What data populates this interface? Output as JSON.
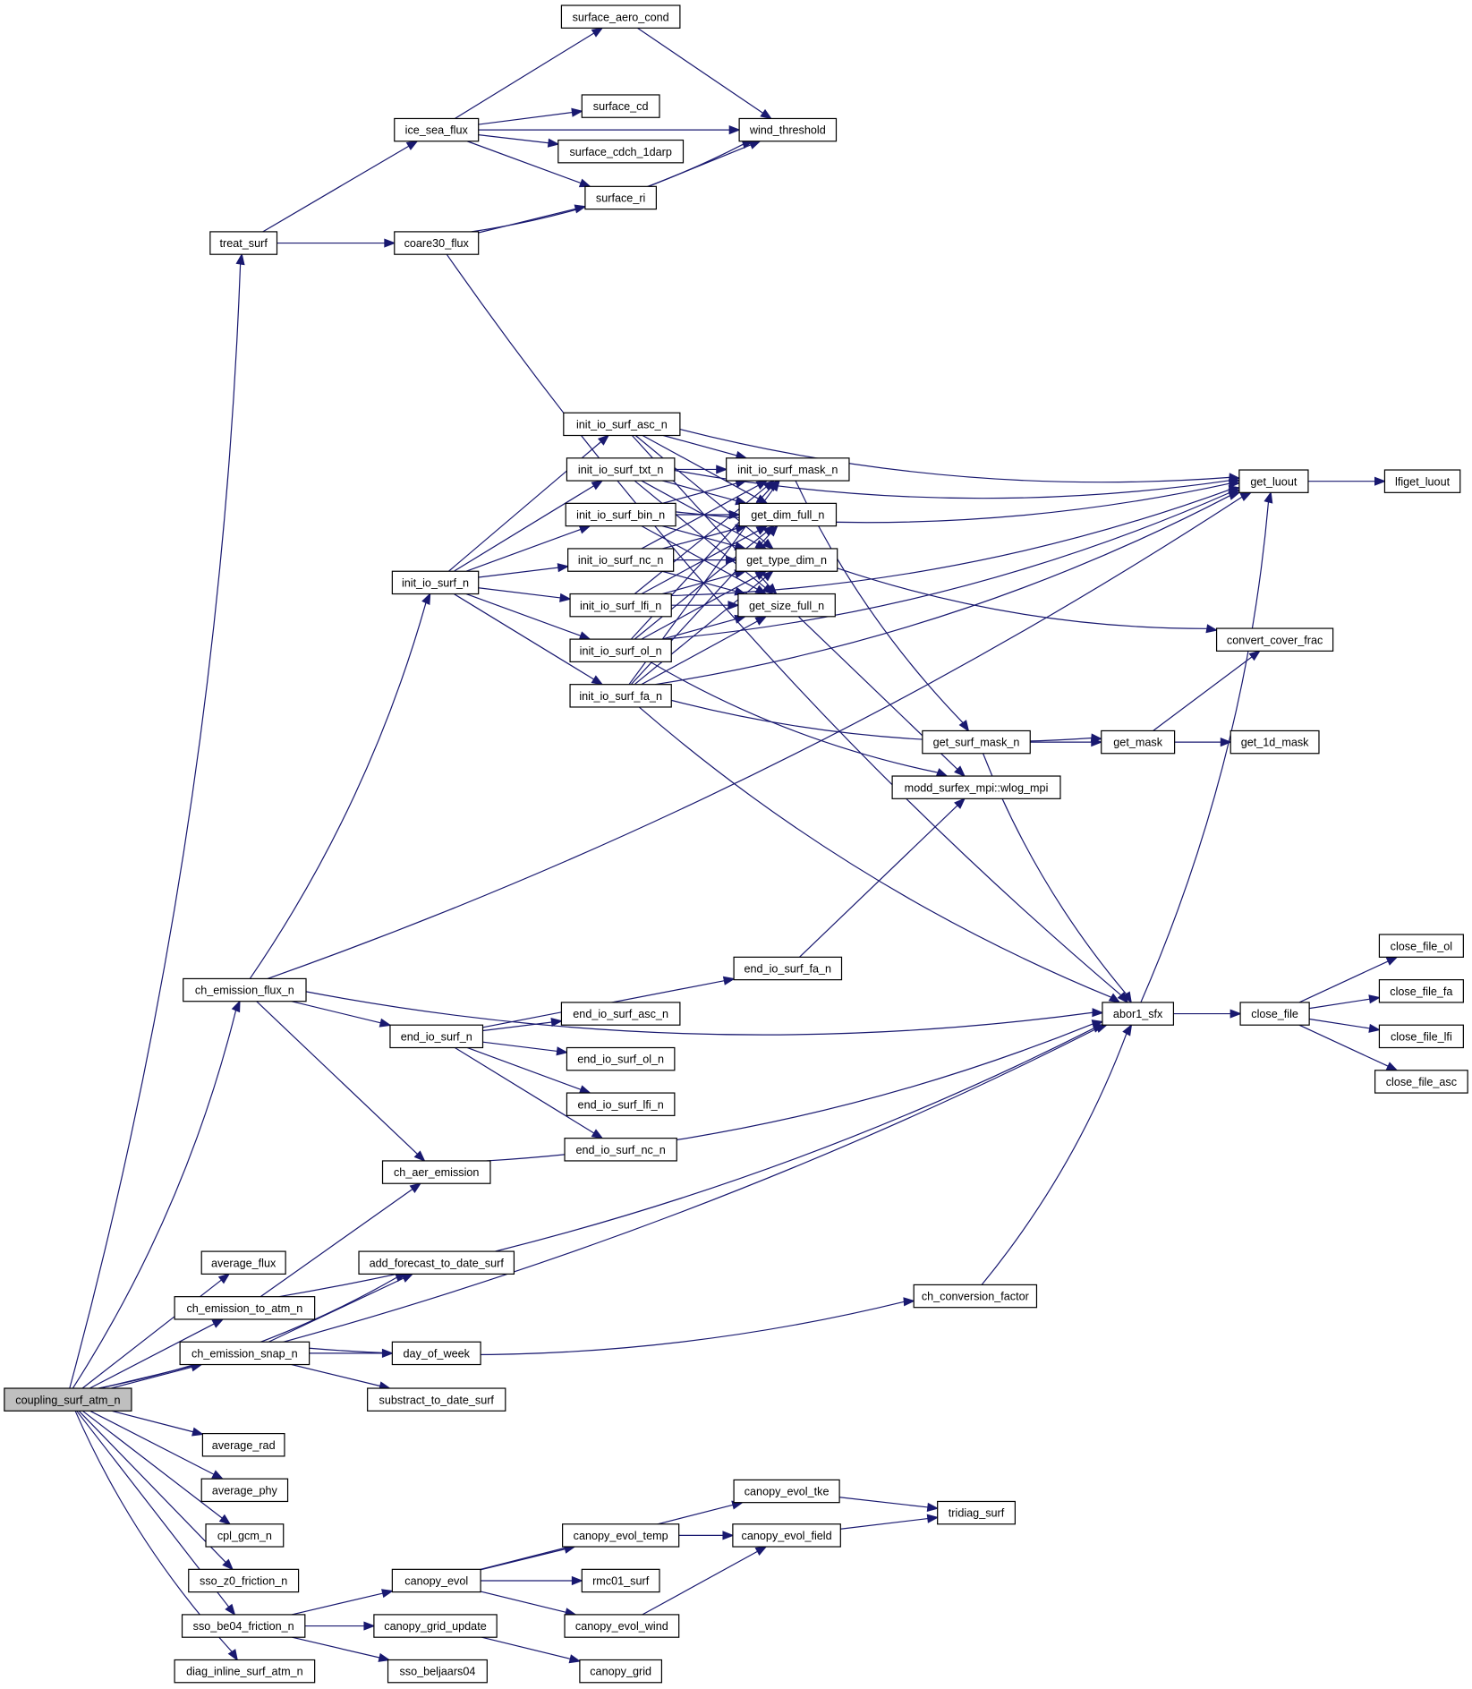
{
  "graph": {
    "title": "Call graph of coupling_surf_atm_n",
    "root": "coupling_surf_atm_n",
    "colors": {
      "edge": "#191970",
      "node_border": "#000000",
      "node_fill": "#ffffff",
      "root_fill": "#bfbfbf"
    },
    "nodes": [
      {
        "id": "surface_aero_cond",
        "label": "surface_aero_cond"
      },
      {
        "id": "ice_sea_flux",
        "label": "ice_sea_flux"
      },
      {
        "id": "surface_cd",
        "label": "surface_cd"
      },
      {
        "id": "surface_cdch_1darp",
        "label": "surface_cdch_1darp"
      },
      {
        "id": "wind_threshold",
        "label": "wind_threshold"
      },
      {
        "id": "surface_ri",
        "label": "surface_ri"
      },
      {
        "id": "treat_surf",
        "label": "treat_surf"
      },
      {
        "id": "coare30_flux",
        "label": "coare30_flux"
      },
      {
        "id": "init_io_surf_asc_n",
        "label": "init_io_surf_asc_n"
      },
      {
        "id": "init_io_surf_txt_n",
        "label": "init_io_surf_txt_n"
      },
      {
        "id": "init_io_surf_mask_n",
        "label": "init_io_surf_mask_n"
      },
      {
        "id": "get_luout",
        "label": "get_luout"
      },
      {
        "id": "lfiget_luout",
        "label": "lfiget_luout"
      },
      {
        "id": "init_io_surf_bin_n",
        "label": "init_io_surf_bin_n"
      },
      {
        "id": "get_dim_full_n",
        "label": "get_dim_full_n"
      },
      {
        "id": "init_io_surf_nc_n",
        "label": "init_io_surf_nc_n"
      },
      {
        "id": "get_type_dim_n",
        "label": "get_type_dim_n"
      },
      {
        "id": "init_io_surf_n",
        "label": "init_io_surf_n"
      },
      {
        "id": "init_io_surf_lfi_n",
        "label": "init_io_surf_lfi_n"
      },
      {
        "id": "get_size_full_n",
        "label": "get_size_full_n"
      },
      {
        "id": "convert_cover_frac",
        "label": "convert_cover_frac"
      },
      {
        "id": "init_io_surf_ol_n",
        "label": "init_io_surf_ol_n"
      },
      {
        "id": "init_io_surf_fa_n",
        "label": "init_io_surf_fa_n"
      },
      {
        "id": "get_surf_mask_n",
        "label": "get_surf_mask_n"
      },
      {
        "id": "get_mask",
        "label": "get_mask"
      },
      {
        "id": "get_1d_mask",
        "label": "get_1d_mask"
      },
      {
        "id": "wlog_mpi",
        "label": "modd_surfex_mpi::wlog_mpi"
      },
      {
        "id": "end_io_surf_fa_n",
        "label": "end_io_surf_fa_n"
      },
      {
        "id": "ch_emission_flux_n",
        "label": "ch_emission_flux_n"
      },
      {
        "id": "abor1_sfx",
        "label": "abor1_sfx"
      },
      {
        "id": "close_file",
        "label": "close_file"
      },
      {
        "id": "close_file_ol",
        "label": "close_file_ol"
      },
      {
        "id": "close_file_fa",
        "label": "close_file_fa"
      },
      {
        "id": "close_file_lfi",
        "label": "close_file_lfi"
      },
      {
        "id": "close_file_asc",
        "label": "close_file_asc"
      },
      {
        "id": "end_io_surf_asc_n",
        "label": "end_io_surf_asc_n"
      },
      {
        "id": "end_io_surf_n",
        "label": "end_io_surf_n"
      },
      {
        "id": "end_io_surf_ol_n",
        "label": "end_io_surf_ol_n"
      },
      {
        "id": "end_io_surf_lfi_n",
        "label": "end_io_surf_lfi_n"
      },
      {
        "id": "end_io_surf_nc_n",
        "label": "end_io_surf_nc_n"
      },
      {
        "id": "ch_aer_emission",
        "label": "ch_aer_emission"
      },
      {
        "id": "average_flux",
        "label": "average_flux"
      },
      {
        "id": "add_forecast_to_date_surf",
        "label": "add_forecast_to_date_surf"
      },
      {
        "id": "ch_emission_to_atm_n",
        "label": "ch_emission_to_atm_n"
      },
      {
        "id": "ch_conversion_factor",
        "label": "ch_conversion_factor"
      },
      {
        "id": "ch_emission_snap_n",
        "label": "ch_emission_snap_n"
      },
      {
        "id": "day_of_week",
        "label": "day_of_week"
      },
      {
        "id": "coupling_surf_atm_n",
        "label": "coupling_surf_atm_n"
      },
      {
        "id": "substract_to_date_surf",
        "label": "substract_to_date_surf"
      },
      {
        "id": "average_rad",
        "label": "average_rad"
      },
      {
        "id": "average_phy",
        "label": "average_phy"
      },
      {
        "id": "cpl_gcm_n",
        "label": "cpl_gcm_n"
      },
      {
        "id": "canopy_evol_tke",
        "label": "canopy_evol_tke"
      },
      {
        "id": "tridiag_surf",
        "label": "tridiag_surf"
      },
      {
        "id": "canopy_evol_temp",
        "label": "canopy_evol_temp"
      },
      {
        "id": "canopy_evol_field",
        "label": "canopy_evol_field"
      },
      {
        "id": "sso_z0_friction_n",
        "label": "sso_z0_friction_n"
      },
      {
        "id": "canopy_evol",
        "label": "canopy_evol"
      },
      {
        "id": "rmc01_surf",
        "label": "rmc01_surf"
      },
      {
        "id": "sso_be04_friction_n",
        "label": "sso_be04_friction_n"
      },
      {
        "id": "canopy_grid_update",
        "label": "canopy_grid_update"
      },
      {
        "id": "canopy_evol_wind",
        "label": "canopy_evol_wind"
      },
      {
        "id": "diag_inline_surf_atm_n",
        "label": "diag_inline_surf_atm_n"
      },
      {
        "id": "sso_beljaars04",
        "label": "sso_beljaars04"
      },
      {
        "id": "canopy_grid",
        "label": "canopy_grid"
      }
    ],
    "edges": [
      [
        "coupling_surf_atm_n",
        "treat_surf"
      ],
      [
        "coupling_surf_atm_n",
        "ch_emission_flux_n"
      ],
      [
        "coupling_surf_atm_n",
        "add_forecast_to_date_surf"
      ],
      [
        "coupling_surf_atm_n",
        "average_flux"
      ],
      [
        "coupling_surf_atm_n",
        "ch_emission_to_atm_n"
      ],
      [
        "coupling_surf_atm_n",
        "ch_emission_snap_n"
      ],
      [
        "coupling_surf_atm_n",
        "abor1_sfx"
      ],
      [
        "coupling_surf_atm_n",
        "average_rad"
      ],
      [
        "coupling_surf_atm_n",
        "average_phy"
      ],
      [
        "coupling_surf_atm_n",
        "cpl_gcm_n"
      ],
      [
        "coupling_surf_atm_n",
        "sso_z0_friction_n"
      ],
      [
        "coupling_surf_atm_n",
        "sso_be04_friction_n"
      ],
      [
        "coupling_surf_atm_n",
        "diag_inline_surf_atm_n"
      ],
      [
        "treat_surf",
        "ice_sea_flux"
      ],
      [
        "treat_surf",
        "coare30_flux"
      ],
      [
        "ice_sea_flux",
        "surface_aero_cond"
      ],
      [
        "ice_sea_flux",
        "wind_threshold"
      ],
      [
        "ice_sea_flux",
        "surface_cd"
      ],
      [
        "ice_sea_flux",
        "surface_cdch_1darp"
      ],
      [
        "ice_sea_flux",
        "surface_ri"
      ],
      [
        "surface_aero_cond",
        "wind_threshold"
      ],
      [
        "surface_ri",
        "wind_threshold"
      ],
      [
        "coare30_flux",
        "surface_ri"
      ],
      [
        "coare30_flux",
        "wind_threshold"
      ],
      [
        "coare30_flux",
        "abor1_sfx"
      ],
      [
        "ch_emission_flux_n",
        "get_luout"
      ],
      [
        "ch_emission_flux_n",
        "init_io_surf_n"
      ],
      [
        "ch_emission_flux_n",
        "abor1_sfx"
      ],
      [
        "ch_emission_flux_n",
        "end_io_surf_n"
      ],
      [
        "ch_emission_flux_n",
        "ch_aer_emission"
      ],
      [
        "init_io_surf_n",
        "init_io_surf_asc_n"
      ],
      [
        "init_io_surf_n",
        "init_io_surf_txt_n"
      ],
      [
        "init_io_surf_n",
        "init_io_surf_bin_n"
      ],
      [
        "init_io_surf_n",
        "init_io_surf_nc_n"
      ],
      [
        "init_io_surf_n",
        "init_io_surf_lfi_n"
      ],
      [
        "init_io_surf_n",
        "init_io_surf_ol_n"
      ],
      [
        "init_io_surf_n",
        "init_io_surf_fa_n"
      ],
      [
        "init_io_surf_asc_n",
        "get_luout"
      ],
      [
        "init_io_surf_asc_n",
        "init_io_surf_mask_n"
      ],
      [
        "init_io_surf_asc_n",
        "get_dim_full_n"
      ],
      [
        "init_io_surf_asc_n",
        "get_type_dim_n"
      ],
      [
        "init_io_surf_asc_n",
        "get_size_full_n"
      ],
      [
        "init_io_surf_txt_n",
        "get_luout"
      ],
      [
        "init_io_surf_txt_n",
        "init_io_surf_mask_n"
      ],
      [
        "init_io_surf_txt_n",
        "get_dim_full_n"
      ],
      [
        "init_io_surf_txt_n",
        "get_type_dim_n"
      ],
      [
        "init_io_surf_txt_n",
        "get_size_full_n"
      ],
      [
        "init_io_surf_bin_n",
        "get_luout"
      ],
      [
        "init_io_surf_bin_n",
        "init_io_surf_mask_n"
      ],
      [
        "init_io_surf_bin_n",
        "get_dim_full_n"
      ],
      [
        "init_io_surf_bin_n",
        "get_type_dim_n"
      ],
      [
        "init_io_surf_bin_n",
        "get_size_full_n"
      ],
      [
        "init_io_surf_nc_n",
        "init_io_surf_mask_n"
      ],
      [
        "init_io_surf_nc_n",
        "get_dim_full_n"
      ],
      [
        "init_io_surf_nc_n",
        "get_type_dim_n"
      ],
      [
        "init_io_surf_nc_n",
        "get_size_full_n"
      ],
      [
        "init_io_surf_lfi_n",
        "init_io_surf_mask_n"
      ],
      [
        "init_io_surf_lfi_n",
        "get_dim_full_n"
      ],
      [
        "init_io_surf_lfi_n",
        "get_type_dim_n"
      ],
      [
        "init_io_surf_lfi_n",
        "get_size_full_n"
      ],
      [
        "init_io_surf_lfi_n",
        "get_luout"
      ],
      [
        "init_io_surf_ol_n",
        "init_io_surf_mask_n"
      ],
      [
        "init_io_surf_ol_n",
        "get_dim_full_n"
      ],
      [
        "init_io_surf_ol_n",
        "get_type_dim_n"
      ],
      [
        "init_io_surf_ol_n",
        "get_size_full_n"
      ],
      [
        "init_io_surf_ol_n",
        "get_luout"
      ],
      [
        "init_io_surf_ol_n",
        "wlog_mpi"
      ],
      [
        "init_io_surf_fa_n",
        "init_io_surf_mask_n"
      ],
      [
        "init_io_surf_fa_n",
        "get_dim_full_n"
      ],
      [
        "init_io_surf_fa_n",
        "get_type_dim_n"
      ],
      [
        "init_io_surf_fa_n",
        "get_size_full_n"
      ],
      [
        "init_io_surf_fa_n",
        "get_luout"
      ],
      [
        "init_io_surf_fa_n",
        "get_mask"
      ],
      [
        "init_io_surf_fa_n",
        "abor1_sfx"
      ],
      [
        "init_io_surf_mask_n",
        "get_surf_mask_n"
      ],
      [
        "get_type_dim_n",
        "convert_cover_frac"
      ],
      [
        "get_size_full_n",
        "wlog_mpi"
      ],
      [
        "get_surf_mask_n",
        "get_mask"
      ],
      [
        "get_surf_mask_n",
        "abor1_sfx"
      ],
      [
        "get_mask",
        "get_1d_mask"
      ],
      [
        "get_mask",
        "convert_cover_frac"
      ],
      [
        "get_luout",
        "lfiget_luout"
      ],
      [
        "abor1_sfx",
        "get_luout"
      ],
      [
        "abor1_sfx",
        "close_file"
      ],
      [
        "close_file",
        "close_file_ol"
      ],
      [
        "close_file",
        "close_file_fa"
      ],
      [
        "close_file",
        "close_file_lfi"
      ],
      [
        "close_file",
        "close_file_asc"
      ],
      [
        "end_io_surf_n",
        "end_io_surf_fa_n"
      ],
      [
        "end_io_surf_n",
        "end_io_surf_asc_n"
      ],
      [
        "end_io_surf_n",
        "end_io_surf_ol_n"
      ],
      [
        "end_io_surf_n",
        "end_io_surf_lfi_n"
      ],
      [
        "end_io_surf_n",
        "end_io_surf_nc_n"
      ],
      [
        "end_io_surf_fa_n",
        "wlog_mpi"
      ],
      [
        "ch_aer_emission",
        "abor1_sfx"
      ],
      [
        "ch_emission_to_atm_n",
        "ch_aer_emission"
      ],
      [
        "ch_emission_to_atm_n",
        "abor1_sfx"
      ],
      [
        "ch_emission_snap_n",
        "add_forecast_to_date_surf"
      ],
      [
        "ch_emission_snap_n",
        "ch_conversion_factor"
      ],
      [
        "ch_emission_snap_n",
        "day_of_week"
      ],
      [
        "ch_emission_snap_n",
        "substract_to_date_surf"
      ],
      [
        "ch_conversion_factor",
        "abor1_sfx"
      ],
      [
        "sso_be04_friction_n",
        "canopy_evol"
      ],
      [
        "sso_be04_friction_n",
        "canopy_grid_update"
      ],
      [
        "sso_be04_friction_n",
        "sso_beljaars04"
      ],
      [
        "canopy_evol",
        "canopy_evol_tke"
      ],
      [
        "canopy_evol",
        "canopy_evol_temp"
      ],
      [
        "canopy_evol",
        "rmc01_surf"
      ],
      [
        "canopy_evol",
        "canopy_evol_wind"
      ],
      [
        "canopy_evol_temp",
        "canopy_evol_field"
      ],
      [
        "canopy_evol_wind",
        "canopy_evol_field"
      ],
      [
        "canopy_evol_tke",
        "tridiag_surf"
      ],
      [
        "canopy_evol_field",
        "tridiag_surf"
      ],
      [
        "canopy_grid_update",
        "canopy_grid"
      ]
    ]
  }
}
